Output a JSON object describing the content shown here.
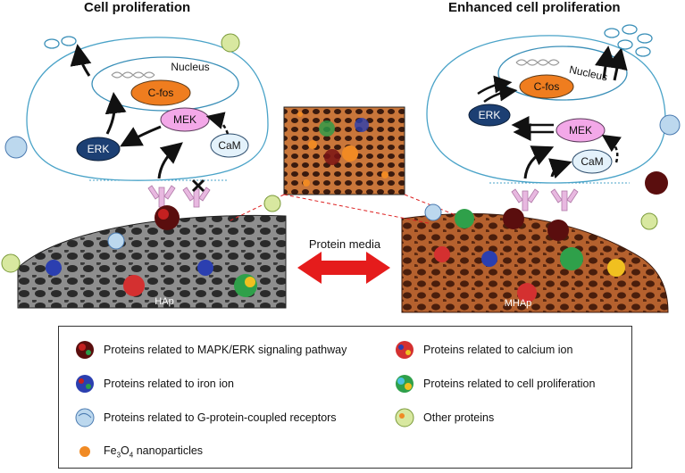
{
  "titles": {
    "left": "Cell proliferation",
    "right": "Enhanced cell proliferation"
  },
  "left_cell": {
    "nucleus": "Nucleus",
    "cfos": "C-fos",
    "mek": "MEK",
    "erk": "ERK",
    "cam": "CaM",
    "substrate": "HAp"
  },
  "right_cell": {
    "nucleus": "Nucleus",
    "cfos": "C-fos",
    "mek": "MEK",
    "erk": "ERK",
    "cam": "CaM",
    "substrate": "MHAp"
  },
  "center_label": "Protein media",
  "legend": {
    "mapk": "Proteins related to MAPK/ERK signaling pathway",
    "calcium": "Proteins related to calcium ion",
    "iron": "Proteins related to iron ion",
    "proliferation": "Proteins related to cell proliferation",
    "gpcr": "Proteins related to G-protein-coupled receptors",
    "other": "Other proteins",
    "fe_main": "Fe",
    "fe_sub1": "3",
    "fe_mid": "O",
    "fe_sub2": "4",
    "fe_tail": " nanoparticles"
  },
  "colors": {
    "cell_outline": "#4aa3c8",
    "nucleus_outline": "#3a8fb8",
    "cfos": "#ef7d1f",
    "mek": "#f3a8e8",
    "erk": "#1c3f73",
    "cam": "#e4f2fb",
    "receptor": "#e8b8e0",
    "arrow_red": "#e51c1c",
    "nanoparticle": "#f08a24"
  }
}
